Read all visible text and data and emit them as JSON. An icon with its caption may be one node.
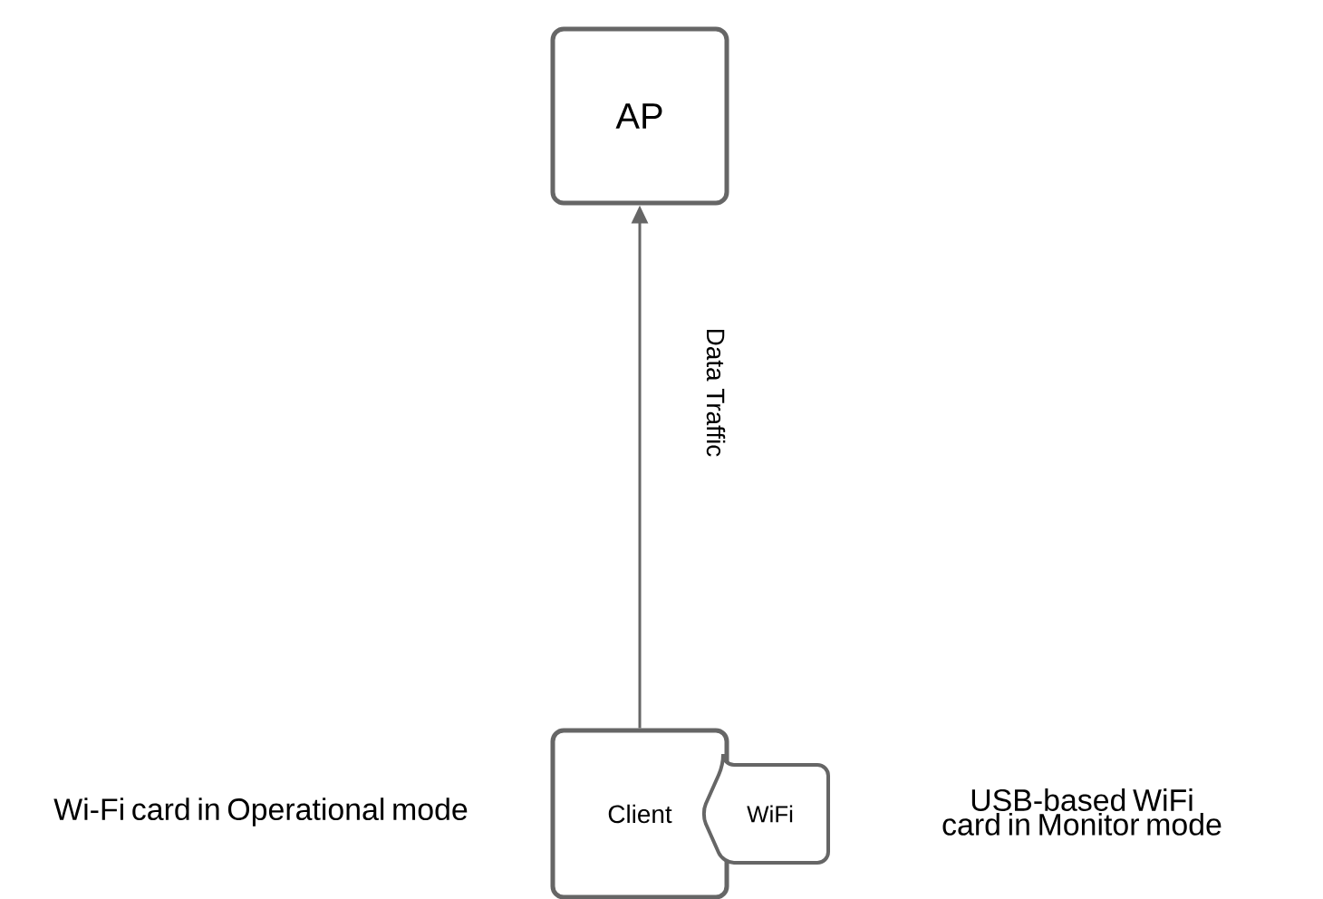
{
  "diagram": {
    "nodes": [
      {
        "text": [
          "AP"
        ]
      },
      {
        "text": [
          "Client"
        ],
        "beside": [
          "Wi-Fi card in Operational mode"
        ]
      },
      {
        "text": [
          "WiFi"
        ],
        "beside": [
          "USB-based WiFi card in Monitor mode"
        ]
      }
    ],
    "edges": [
      {
        "from": 1,
        "to": 0,
        "arrow": "to",
        "label": "Data Traffic"
      }
    ]
  }
}
